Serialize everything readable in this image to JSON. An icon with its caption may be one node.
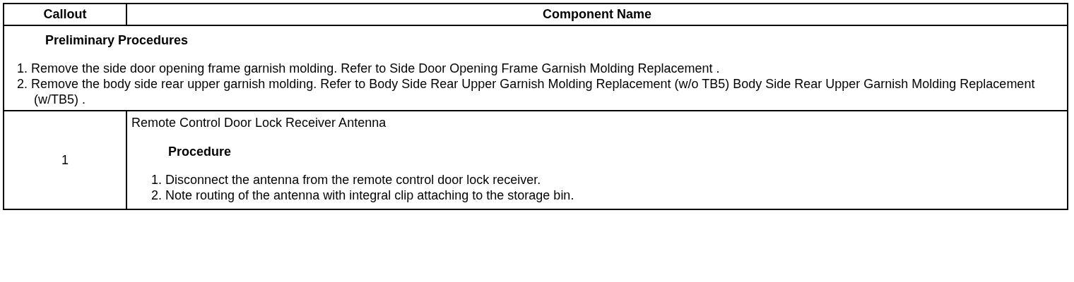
{
  "diagram": {
    "labels": [
      "Callout",
      "Component Name",
      "Preliminary Procedures",
      "1. Remove the side door opening frame garnish molding. Refer to Side Door Opening Frame Garnish Molding Replacement .",
      "2. Remove the body side rear upper garnish molding. Refer to Body Side Rear Upper Garnish Molding Replacement (w/o TB5) Body Side Rear Upper Garnish Molding Replacement (w/TB5) .",
      "1",
      "Remote Control Door Lock Receiver Antenna",
      "Procedure",
      "1. Disconnect the antenna from the remote control door lock receiver.",
      "2. Note routing of the antenna with integral clip attaching to the storage bin."
    ]
  }
}
